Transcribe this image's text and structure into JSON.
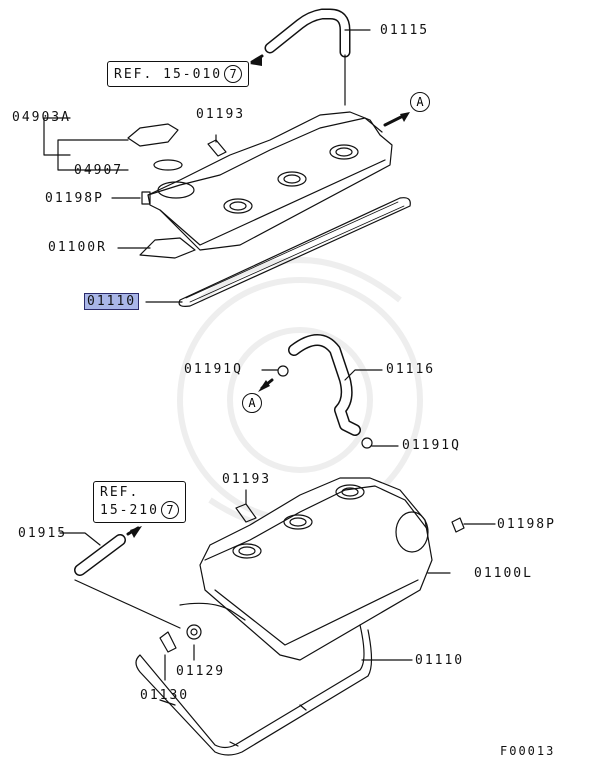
{
  "labels": {
    "p01115": "01115",
    "p04903A": "04903A",
    "p01193a": "01193",
    "p04907": "04907",
    "p01198P_a": "01198P",
    "p01100R": "01100R",
    "p01110a": "01110",
    "p01191Q_a": "01191Q",
    "p01116": "01116",
    "p01191Q_b": "01191Q",
    "p01193b": "01193",
    "p01915": "01915",
    "p01198P_b": "01198P",
    "p01100L": "01100L",
    "p01129": "01129",
    "p01110b": "01110",
    "p01130": "01130"
  },
  "refs": {
    "ref1_text": "REF. 15-010",
    "ref1_num": "7",
    "ref2_line1": "REF.",
    "ref2_line2": "15-210",
    "ref2_num": "7"
  },
  "markers": {
    "a1": "A",
    "a2": "A"
  },
  "figure_code": "F00013",
  "colors": {
    "highlight": "#a9b6e8",
    "ink": "#111111"
  }
}
